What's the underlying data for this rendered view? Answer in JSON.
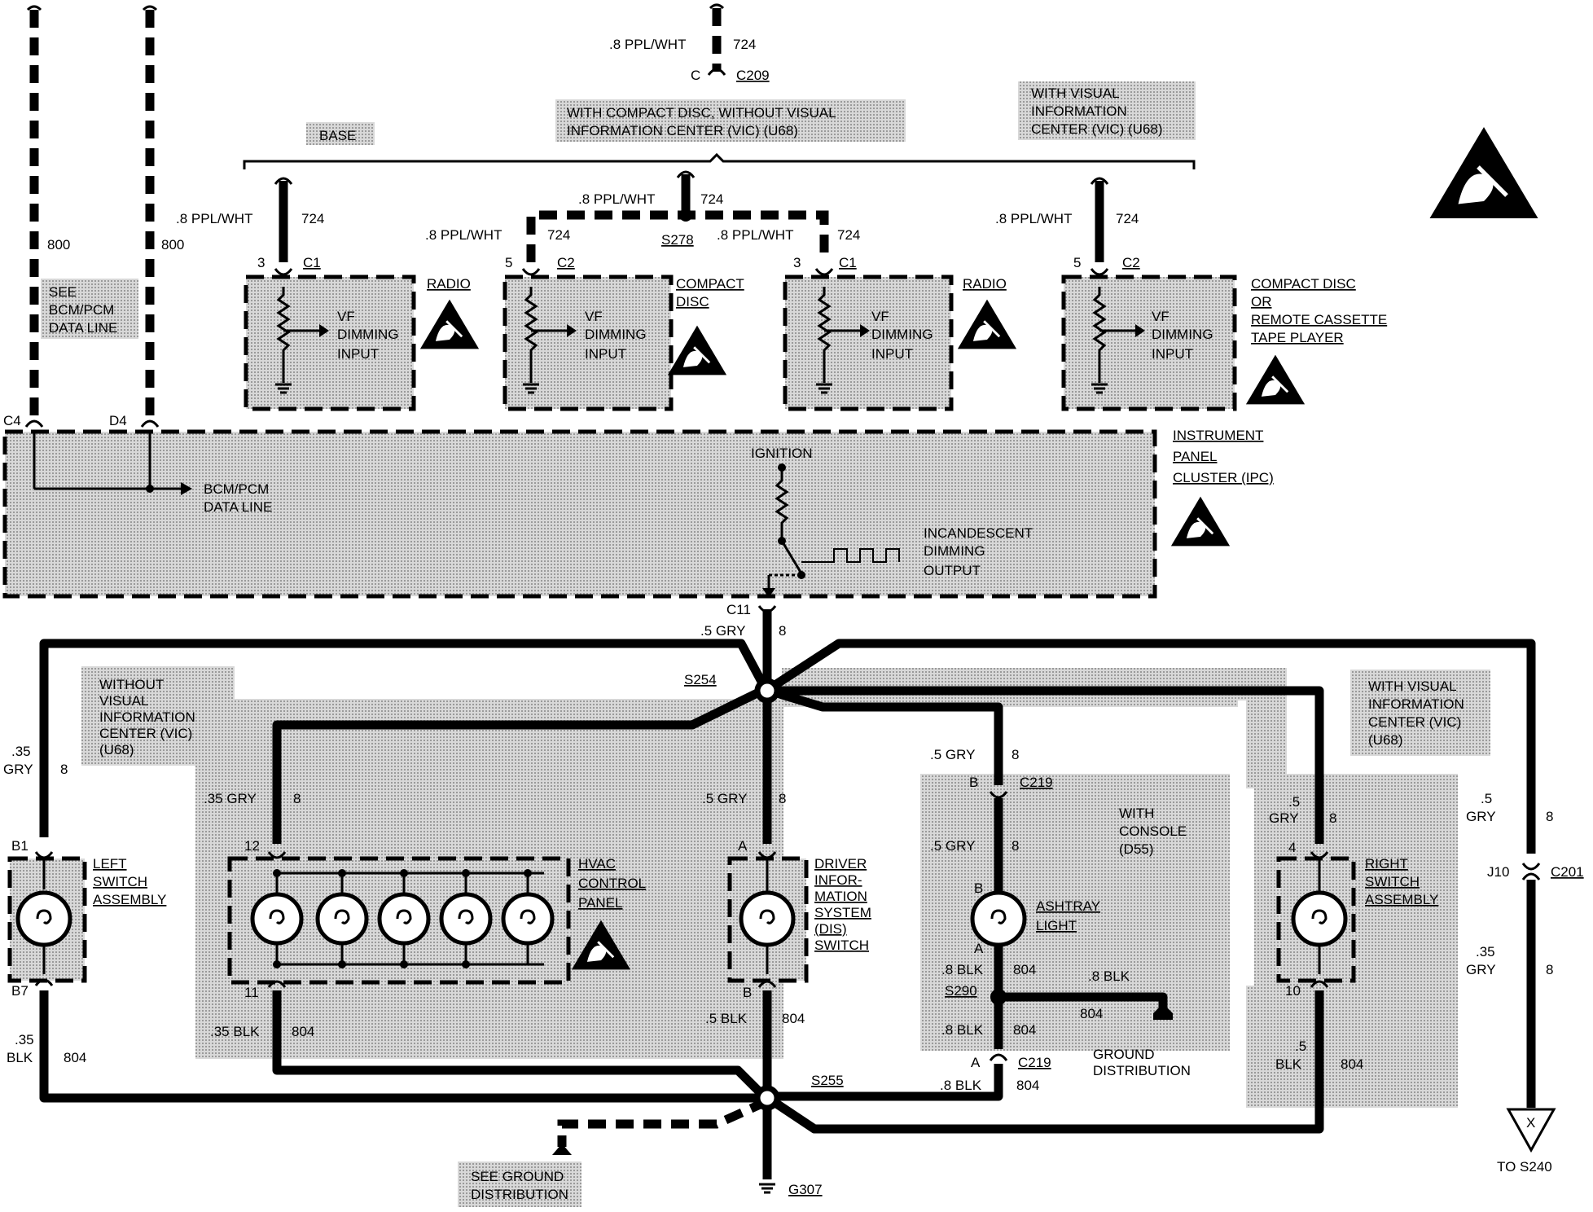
{
  "wires": {
    "w724": ".8 PPL/WHT",
    "w724_circuit": "724",
    "w800": "800",
    "w8_gry5": ".5 GRY",
    "w8_gry35": ".35 GRY",
    "w8_gry35_split": [
      ".35",
      "GRY"
    ],
    "w8_gry5_split": [
      ".5",
      "GRY"
    ],
    "circuit_8": "8",
    "w804_blk35": ".35 BLK",
    "w804_blk35_split": [
      ".35",
      "BLK"
    ],
    "w804_blk5": ".5 BLK",
    "w804_blk5_split": [
      ".5",
      "BLK"
    ],
    "w804_blk8": ".8 BLK",
    "circuit_804": "804"
  },
  "connectors": {
    "c209": "C209",
    "c209_pin": "C",
    "c1": "C1",
    "c2": "C2",
    "c219": "C219",
    "c201": "C201",
    "pin3": "3",
    "pin5": "5",
    "c4": "C4",
    "d4": "D4",
    "c11": "C11",
    "b1": "B1",
    "b7": "B7",
    "pin12": "12",
    "pin11": "11",
    "pinA": "A",
    "pinB": "B",
    "pin4": "4",
    "pin10": "10",
    "j10": "J10"
  },
  "splices": {
    "s278": "S278",
    "s254": "S254",
    "s255": "S255",
    "s290": "S290",
    "g307": "G307"
  },
  "options": {
    "base": "BASE",
    "cd_no_vic": [
      "WITH COMPACT DISC, WITHOUT VISUAL",
      "INFORMATION CENTER (VIC) (U68)"
    ],
    "with_vic_top": [
      "WITH VISUAL",
      "INFORMATION",
      "CENTER (VIC) (U68)"
    ],
    "without_vic": [
      "WITHOUT",
      "VISUAL",
      "INFORMATION",
      "CENTER (VIC)",
      "(U68)"
    ],
    "with_vic_right": [
      "WITH VISUAL",
      "INFORMATION",
      "CENTER (VIC)",
      "(U68)"
    ],
    "with_console": [
      "WITH",
      "CONSOLE",
      "(D55)"
    ]
  },
  "components": {
    "radio": "RADIO",
    "compact_disc": [
      "COMPACT",
      "DISC"
    ],
    "cd_or_cassette": [
      "COMPACT DISC",
      "OR",
      "REMOTE CASSETTE",
      "TAPE PLAYER"
    ],
    "vf_dimming": [
      "VF",
      "DIMMING",
      "INPUT"
    ],
    "ipc": [
      "INSTRUMENT",
      "PANEL",
      "CLUSTER (IPC)"
    ],
    "bcm_pcm": [
      "BCM/PCM",
      "DATA LINE"
    ],
    "see_bcm": [
      "SEE",
      "BCM/PCM",
      "DATA LINE"
    ],
    "ignition": "IGNITION",
    "incandescent": [
      "INCANDESCENT",
      "DIMMING",
      "OUTPUT"
    ],
    "left_switch": [
      "LEFT",
      "SWITCH",
      "ASSEMBLY"
    ],
    "hvac": [
      "HVAC",
      "CONTROL",
      "PANEL"
    ],
    "dis_switch": [
      "DRIVER",
      "INFOR-",
      "MATION",
      "SYSTEM",
      "(DIS)",
      "SWITCH"
    ],
    "ashtray": [
      "ASHTRAY",
      "LIGHT"
    ],
    "right_switch": [
      "RIGHT",
      "SWITCH",
      "ASSEMBLY"
    ],
    "ground_dist": [
      "GROUND",
      "DISTRIBUTION"
    ],
    "see_ground": [
      "SEE GROUND",
      "DISTRIBUTION"
    ],
    "to_s240": "TO S240",
    "x_marker": "X"
  }
}
